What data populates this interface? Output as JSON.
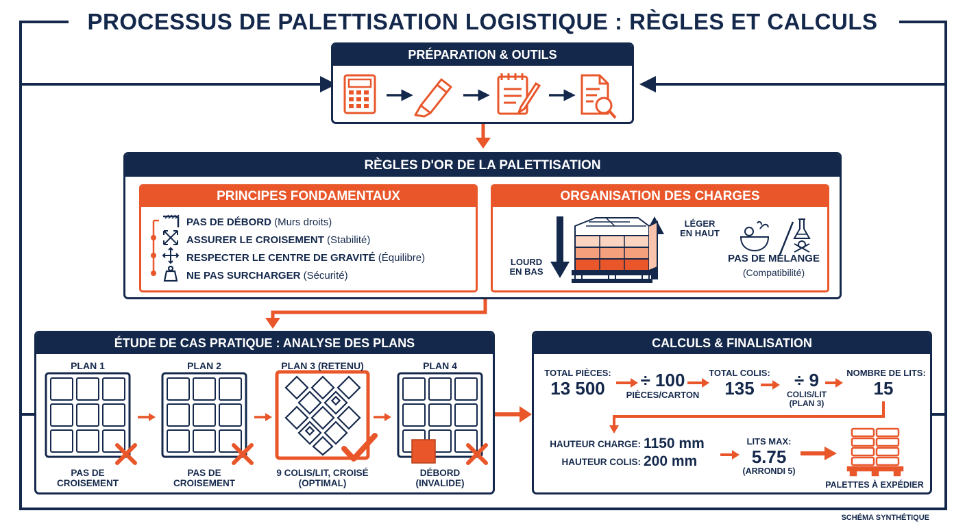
{
  "title": "PROCESSUS DE PALETTISATION LOGISTIQUE : RÈGLES ET CALCULS",
  "colors": {
    "navy": "#14284b",
    "orange": "#e8562a",
    "light_orange": "#f4a07c"
  },
  "preparation": {
    "title": "PRÉPARATION & OUTILS",
    "tools": [
      "calculator-icon",
      "highlighter-icon",
      "notepad-pen-icon",
      "document-search-icon"
    ]
  },
  "regles": {
    "title": "RÈGLES D'OR DE LA PALETTISATION",
    "principes": {
      "title": "PRINCIPES FONDAMENTAUX",
      "items": [
        {
          "bold": "PAS DE DÉBORD",
          "note": "(Murs droits)",
          "icon": "wall-corner-icon"
        },
        {
          "bold": "ASSURER LE CROISEMENT",
          "note": "(Stabilité)",
          "icon": "cross-arrows-icon"
        },
        {
          "bold": "RESPECTER LE CENTRE DE GRAVITÉ",
          "note": "(Équilibre)",
          "icon": "center-gravity-icon"
        },
        {
          "bold": "NE PAS SURCHARGER",
          "note": "(Sécurité)",
          "icon": "weight-icon"
        }
      ]
    },
    "organisation": {
      "title": "ORGANISATION DES CHARGES",
      "lourd": [
        "LOURD",
        "EN BAS"
      ],
      "leger": [
        "LÉGER",
        "EN HAUT"
      ],
      "melange_title": "PAS DE MÉLANGE",
      "melange_note": "(Compatibilité)"
    }
  },
  "etude": {
    "title": "ÉTUDE DE CAS PRATIQUE : ANALYSE DES PLANS",
    "plans": [
      {
        "name": "PLAN 1",
        "caption": [
          "PAS DE",
          "CROISEMENT"
        ],
        "status": "invalid"
      },
      {
        "name": "PLAN 2",
        "caption": [
          "PAS DE",
          "CROISEMENT"
        ],
        "status": "invalid"
      },
      {
        "name": "PLAN 3 (RETENU)",
        "caption": [
          "9 COLIS/LIT, CROISÉ",
          "(OPTIMAL)"
        ],
        "status": "valid"
      },
      {
        "name": "PLAN 4",
        "caption": [
          "DÉBORD",
          "(INVALIDE)"
        ],
        "status": "invalid"
      }
    ]
  },
  "calculs": {
    "title": "CALCULS & FINALISATION",
    "total_pieces_label": "TOTAL PIÈCES:",
    "total_pieces_value": "13 500",
    "div1": "÷ 100",
    "div1_label": "PIÈCES/CARTON",
    "total_colis_label": "TOTAL COLIS:",
    "total_colis_value": "135",
    "div2": "÷ 9",
    "div2_label": [
      "COLIS/LIT",
      "(PLAN 3)"
    ],
    "lits_label": "NOMBRE DE LITS:",
    "lits_value": "15",
    "hauteur_charge_label": "HAUTEUR CHARGE:",
    "hauteur_charge_value": "1150 mm",
    "hauteur_colis_label": "HAUTEUR COLIS:",
    "hauteur_colis_value": "200 mm",
    "lits_max_label": "LITS MAX:",
    "lits_max_value": "5.75",
    "lits_max_note": "(ARRONDI 5)",
    "palettes_label": "PALETTES À EXPÉDIER"
  },
  "footer": "SCHÉMA SYNTHÉTIQUE"
}
